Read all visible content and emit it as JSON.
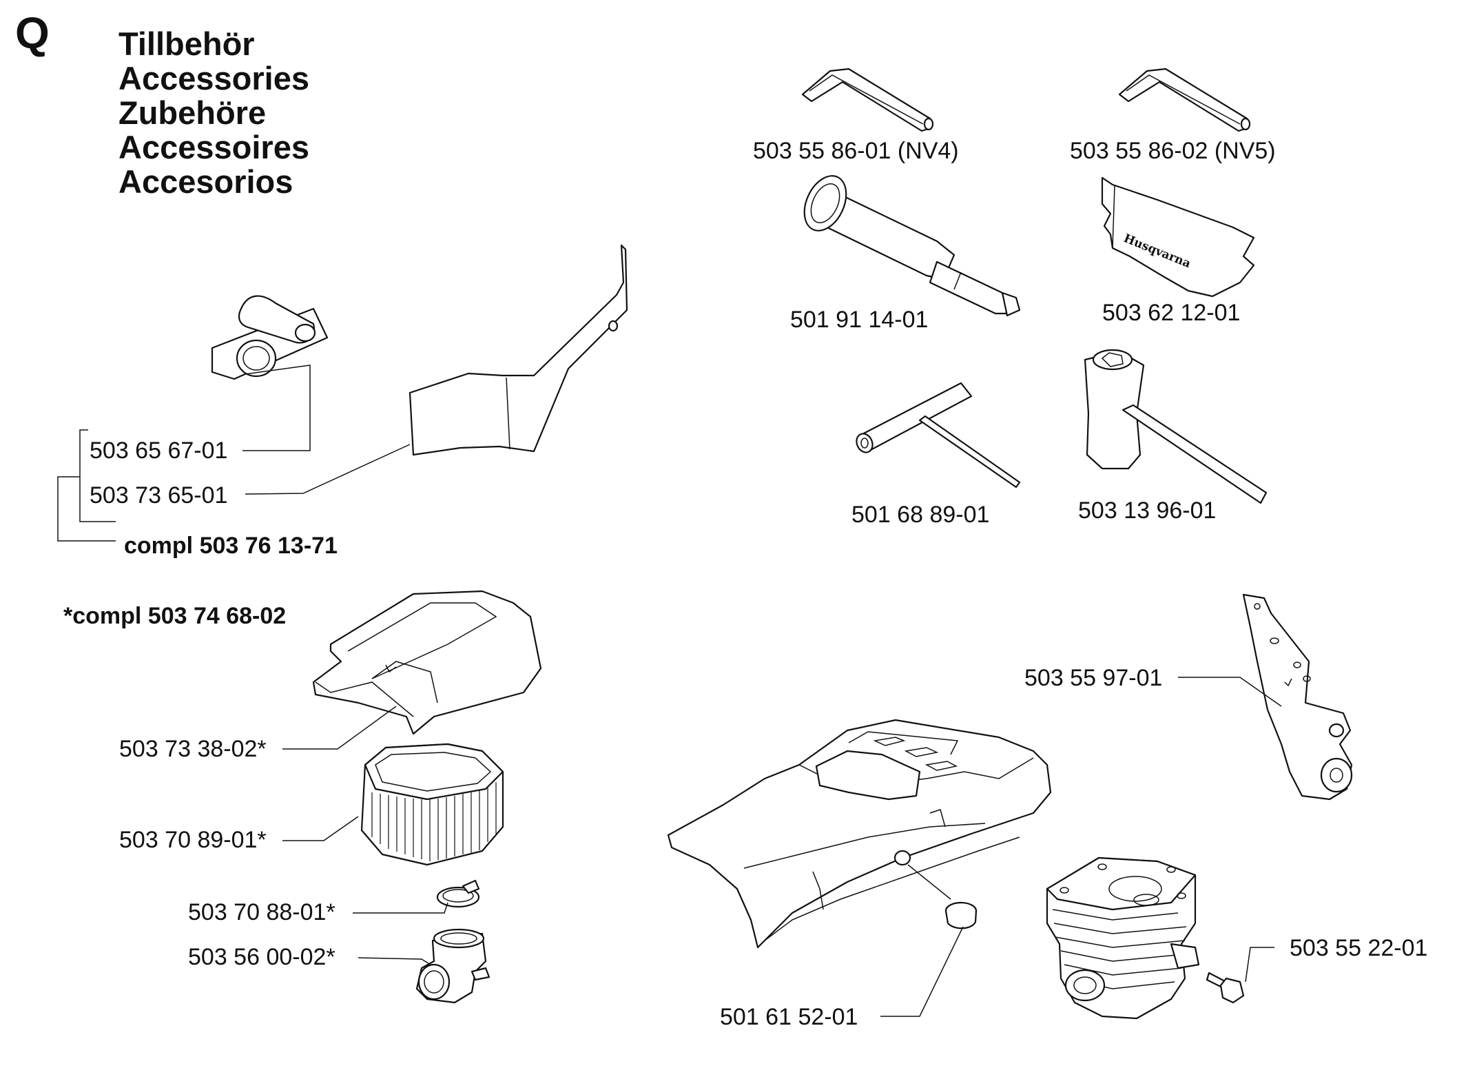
{
  "section_letter": "Q",
  "titles": [
    "Tillbehör",
    "Accessories",
    "Zubehöre",
    "Accessoires",
    "Accesorios"
  ],
  "parts": {
    "hex_key_nv4": "503 55 86-01 (NV4)",
    "hex_key_nv5": "503 55 86-02 (NV5)",
    "grease_gun": "501 91 14-01",
    "bar_cover": "503 62 12-01",
    "t_wrench": "501 68 89-01",
    "combi_wrench": "503 13 96-01",
    "shutter_plate": "503 65 67-01",
    "deflector_plate": "503 73 65-01",
    "deflector_compl": "compl 503 76 13-71",
    "filter_kit_compl": "*compl 503 74 68-02",
    "filter_cover": "503 73 38-02*",
    "air_filter": "503 70 89-01*",
    "hose_clamp": "503 70 88-01*",
    "intake_manifold": "503 56 00-02*",
    "cylinder_cover": "503 55 97-01",
    "rubber_plug": "501 61 52-01",
    "cylinder_screw": "503 55 22-01"
  },
  "brand_text": "Husqvarna"
}
